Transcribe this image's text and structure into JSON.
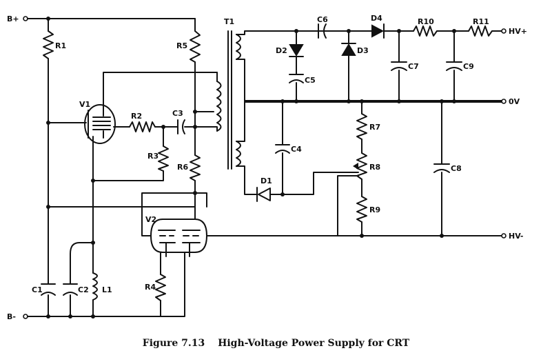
{
  "terminals": {
    "b_plus": "B+",
    "b_minus": "B-",
    "hv_plus": "HV+",
    "zero_v": "0V",
    "hv_minus": "HV-"
  },
  "components": {
    "R1": "R1",
    "R2": "R2",
    "R3": "R3",
    "R4": "R4",
    "R5": "R5",
    "R6": "R6",
    "R7": "R7",
    "R8": "R8",
    "R9": "R9",
    "R10": "R10",
    "R11": "R11",
    "C1": "C1",
    "C2": "C2",
    "C3": "C3",
    "C4": "C4",
    "C5": "C5",
    "C6": "C6",
    "C7": "C7",
    "C8": "C8",
    "C9": "C9",
    "D1": "D1",
    "D2": "D2",
    "D3": "D3",
    "D4": "D4",
    "V1": "V1",
    "V2": "V2",
    "T1": "T1",
    "L1": "L1"
  },
  "caption": {
    "figure": "Figure 7.13",
    "title": "High-Voltage Power Supply for CRT"
  }
}
